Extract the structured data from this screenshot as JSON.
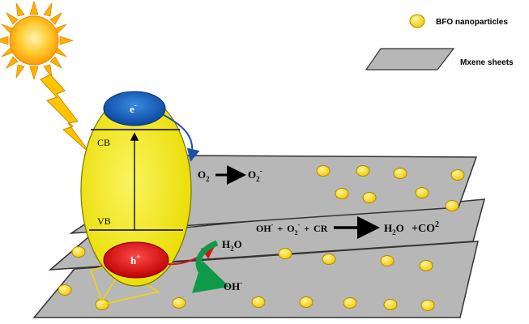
{
  "legend": {
    "nanoparticles_label": "BFO nanoparticles",
    "sheets_label": "Mxene sheets"
  },
  "bands": {
    "conduction": "CB",
    "valence": "VB"
  },
  "carriers": {
    "electron": "e",
    "electron_sup": "-",
    "hole": "h",
    "hole_sup": "+"
  },
  "reactions": {
    "o2_left_main": "O",
    "o2_left_sub": "2",
    "o2_right_main": "O",
    "o2_right_sub": "2",
    "o2_right_sup": "-",
    "oh_rad": "OH",
    "oh_rad_sup": "-",
    "plus1": "+",
    "o2_rad_main": "O",
    "o2_rad_sub": "2",
    "o2_rad_sup": "-",
    "plus2": "+",
    "cr": "CR",
    "h2o_prod_main": "H",
    "h2o_prod_sub": "2",
    "h2o_prod_o": "O",
    "plus3": "+CO",
    "co2_sup": "2",
    "h2o_in_main": "H",
    "h2o_in_sub": "2",
    "h2o_in_o": "O",
    "oh_out": "OH",
    "oh_out_sup": "-"
  },
  "colors": {
    "sheet_fill": "#b7b7b7",
    "sheet_stroke": "#333333",
    "particle_fill": "#ffe100",
    "particle_stroke": "#b08a00",
    "ellipse_fill": "#f3ea00",
    "electron_fill": "#1565c0",
    "hole_fill": "#e00000",
    "sun_fill": "#ffb000",
    "bolt_fill": "#ffc400",
    "blue_arrow": "#1e4fb0",
    "red_arrow": "#e01010",
    "green_arrow": "#0f9a4a"
  }
}
